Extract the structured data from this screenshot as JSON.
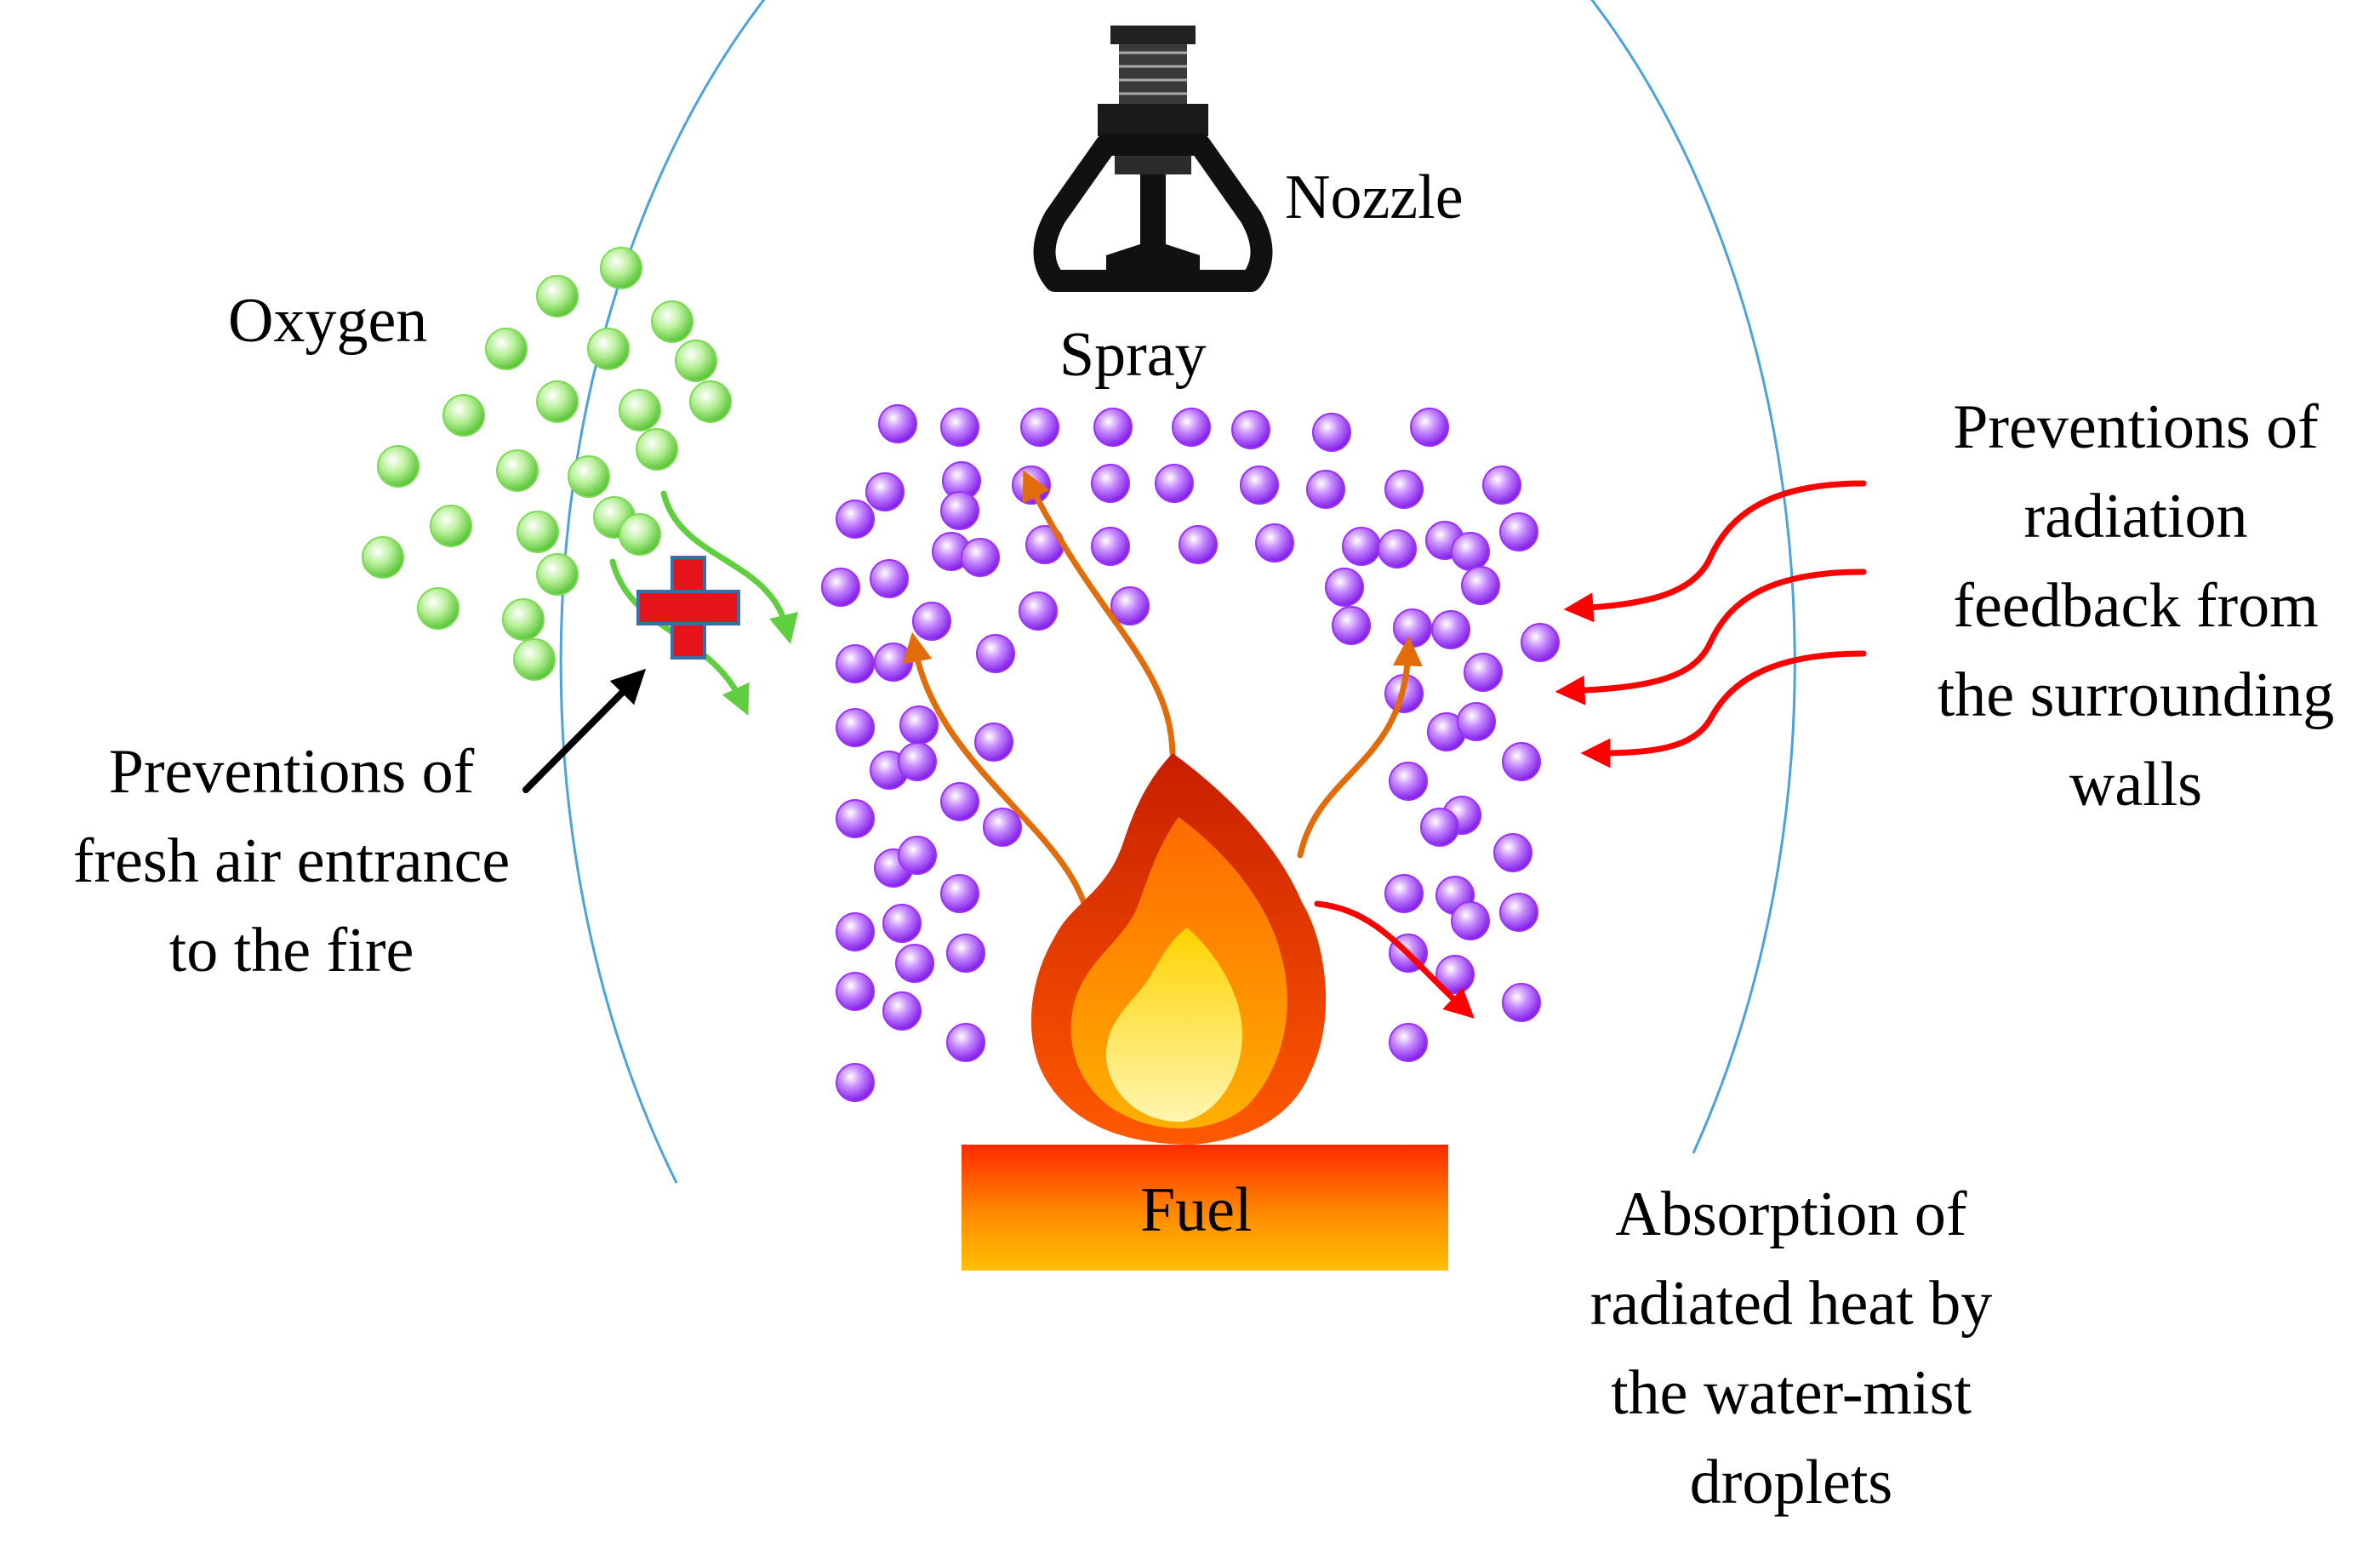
{
  "labels": {
    "nozzle": "Nozzle",
    "spray": "Spray",
    "oxygen": "Oxygen",
    "fuel": "Fuel",
    "air_entrance": [
      "Preventions of",
      "fresh air entrance",
      "to the fire"
    ],
    "radiation_feedback": [
      "Preventions of",
      "radiation",
      "feedback from",
      "the surrounding",
      "walls"
    ],
    "absorption": [
      "Absorption of",
      "radiated heat by",
      "the water-mist",
      "droplets"
    ]
  },
  "colors": {
    "oxygen": "#7ed957",
    "droplet": "#9b30ff",
    "steam_arrow": "#e36c0a",
    "radiation_arrow": "#ff0000",
    "oxygen_arrow": "#5fcf3f",
    "boundary": "#4aa3df",
    "fuel_top": "#ff2a00",
    "fuel_bottom": "#ffc000",
    "plus": "#e8141b"
  },
  "icons": {
    "nozzle": "sprinkler-nozzle-icon",
    "flame": "flame-icon",
    "blocked_plus": "plus-icon"
  }
}
